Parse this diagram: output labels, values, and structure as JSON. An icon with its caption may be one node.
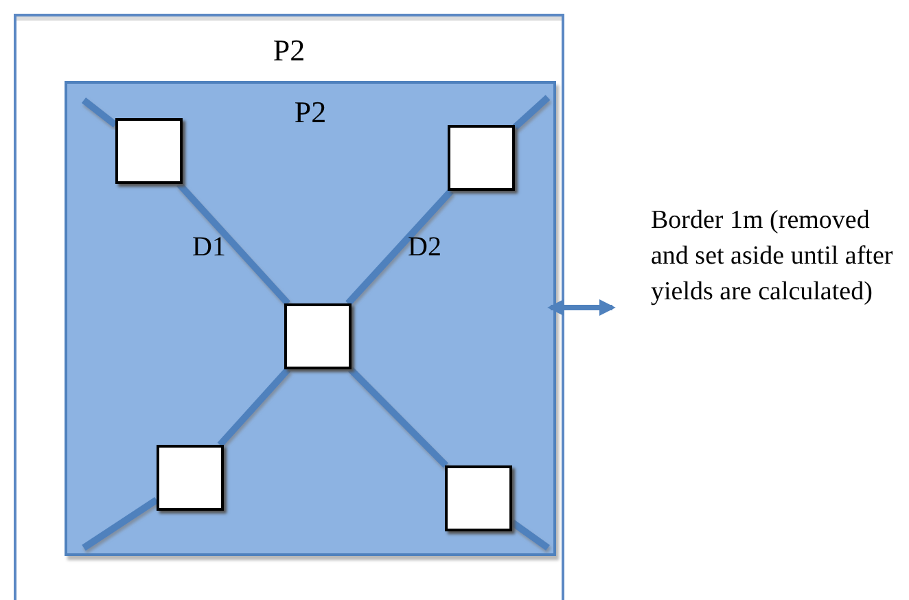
{
  "diagram": {
    "nodes": [
      {
        "text": [
          "P2"
        ]
      },
      {
        "text": [
          "P2"
        ],
        "in": 0
      },
      {
        "text": [],
        "shape": "box",
        "in": 1
      },
      {
        "text": [],
        "shape": "box",
        "in": 1
      },
      {
        "text": [],
        "shape": "box",
        "in": 1
      },
      {
        "text": [],
        "shape": "box",
        "in": 1
      },
      {
        "text": [],
        "shape": "box",
        "in": 1
      }
    ],
    "edges": [
      {
        "from": 2,
        "to": 4,
        "arrow": "none",
        "label": "D1"
      },
      {
        "from": 4,
        "to": 6,
        "arrow": "none"
      },
      {
        "from": 3,
        "to": 4,
        "arrow": "none",
        "label": "D2"
      },
      {
        "from": 4,
        "to": 5,
        "arrow": "none"
      }
    ],
    "labels": [
      "Border 1m (removed and set aside until after yields are calculated)"
    ]
  }
}
